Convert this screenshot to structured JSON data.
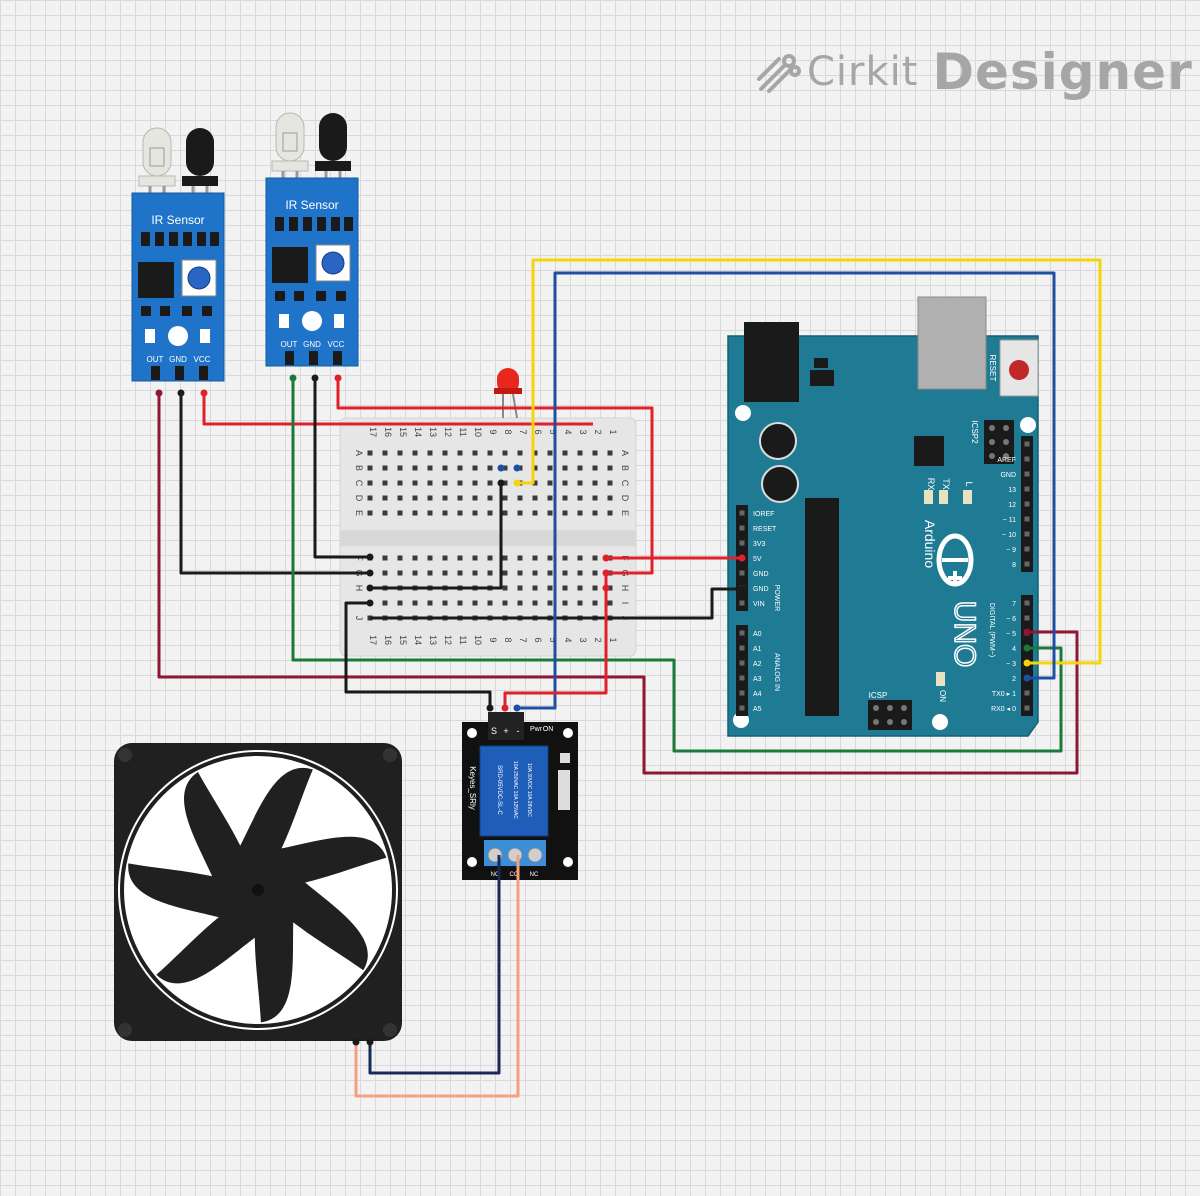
{
  "watermark": {
    "brand": "Cirkit",
    "product": "Designer",
    "icon": "circuit-pen-icon"
  },
  "ir_sensors": [
    {
      "title": "IR Sensor",
      "pins": [
        "OUT",
        "GND",
        "VCC"
      ]
    },
    {
      "title": "IR Sensor",
      "pins": [
        "OUT",
        "GND",
        "VCC"
      ]
    }
  ],
  "breadboard": {
    "columns": [
      "17",
      "16",
      "15",
      "14",
      "13",
      "12",
      "11",
      "10",
      "9",
      "8",
      "7",
      "6",
      "5",
      "4",
      "3",
      "2",
      "1"
    ],
    "rows_top": [
      "A",
      "B",
      "C",
      "D",
      "E"
    ],
    "rows_bottom": [
      "F",
      "G",
      "H",
      "I",
      "J"
    ]
  },
  "led": {
    "color": "#e8281e"
  },
  "arduino": {
    "brand": "Arduino",
    "model": "UNO",
    "labels": {
      "reset": "RESET",
      "icsp2": "ICSP2",
      "icsp": "ICSP",
      "tx": "TX",
      "rx": "RX",
      "l": "L",
      "on": "ON",
      "power": "POWER",
      "analog": "ANALOG IN",
      "digital": "DIGITAL (PWM~)"
    },
    "power_pins": [
      "IOREF",
      "RESET",
      "3V3",
      "5V",
      "GND",
      "GND",
      "VIN"
    ],
    "analog_pins": [
      "A0",
      "A1",
      "A2",
      "A3",
      "A4",
      "A5"
    ],
    "digital_top": [
      "AREF",
      "GND",
      "13",
      "12",
      "~ 11",
      "~ 10",
      "~ 9",
      "8"
    ],
    "digital_bottom": [
      "7",
      "~ 6",
      "~ 5",
      "4",
      "~ 3",
      "2",
      "TX0 ▸ 1",
      "RX0 ◂ 0"
    ]
  },
  "relay": {
    "side_label": "Keyes_SRly",
    "top_pins": [
      "S",
      "+",
      "-"
    ],
    "top_label_left": "Pwr",
    "top_label_right": "ON",
    "terminals": [
      "NC",
      "CO",
      "NC"
    ],
    "cube_text": [
      "SRD-05VDC-SL-C",
      "10A 250VAC 10A 125VAC",
      "10A 30VDC 10A 28VDC"
    ]
  },
  "fan": {
    "name": "fan"
  },
  "wire_colors": {
    "red": "#e0202a",
    "black": "#1a1a1a",
    "yellow": "#f5d50a",
    "blue": "#1e4fa3",
    "green": "#1b7a3a",
    "maroon": "#8e1733",
    "navy": "#182a5a",
    "salmon": "#f2a17c"
  }
}
